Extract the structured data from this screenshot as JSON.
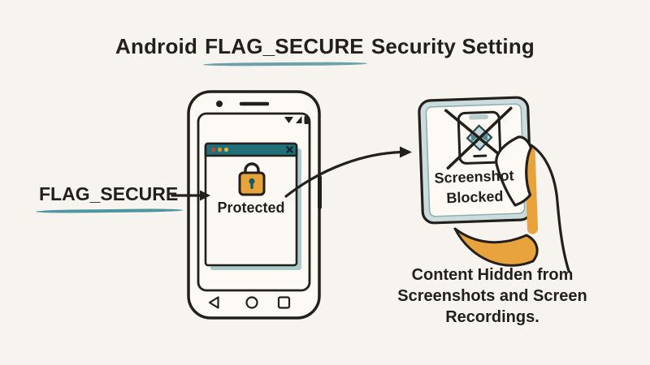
{
  "title": {
    "prefix": "Android",
    "highlight": "FLAG_SECURE",
    "suffix": "Security Setting"
  },
  "annotation": {
    "flag_label": "FLAG_SECURE"
  },
  "phone": {
    "status_icons": [
      "wifi-icon",
      "signal-icon",
      "battery-icon"
    ],
    "nav_icons": [
      "back-icon",
      "home-icon",
      "recents-icon"
    ],
    "dialog": {
      "label": "Protected",
      "titlebar_icons": [
        "dot-red",
        "dot-orange",
        "dot-yellow",
        "close-icon"
      ],
      "body_icon": "lock-icon"
    }
  },
  "blocked_card": {
    "line1": "Screenshot",
    "line2": "Blocked",
    "icon": "no-screenshot-phone-icon"
  },
  "caption": {
    "lines": [
      "Content Hidden from",
      "Screenshots and Screen",
      "Recordings."
    ]
  },
  "colors": {
    "background": "#f7f3ef",
    "ink": "#221f1c",
    "teal_titlebar": "#20707a",
    "teal_underline": "#4d96a0",
    "teal_shadow": "#abcbca",
    "tablet_band": "#ccdcdd",
    "amber": "#e8a33c",
    "paper": "#fdfaf6"
  }
}
